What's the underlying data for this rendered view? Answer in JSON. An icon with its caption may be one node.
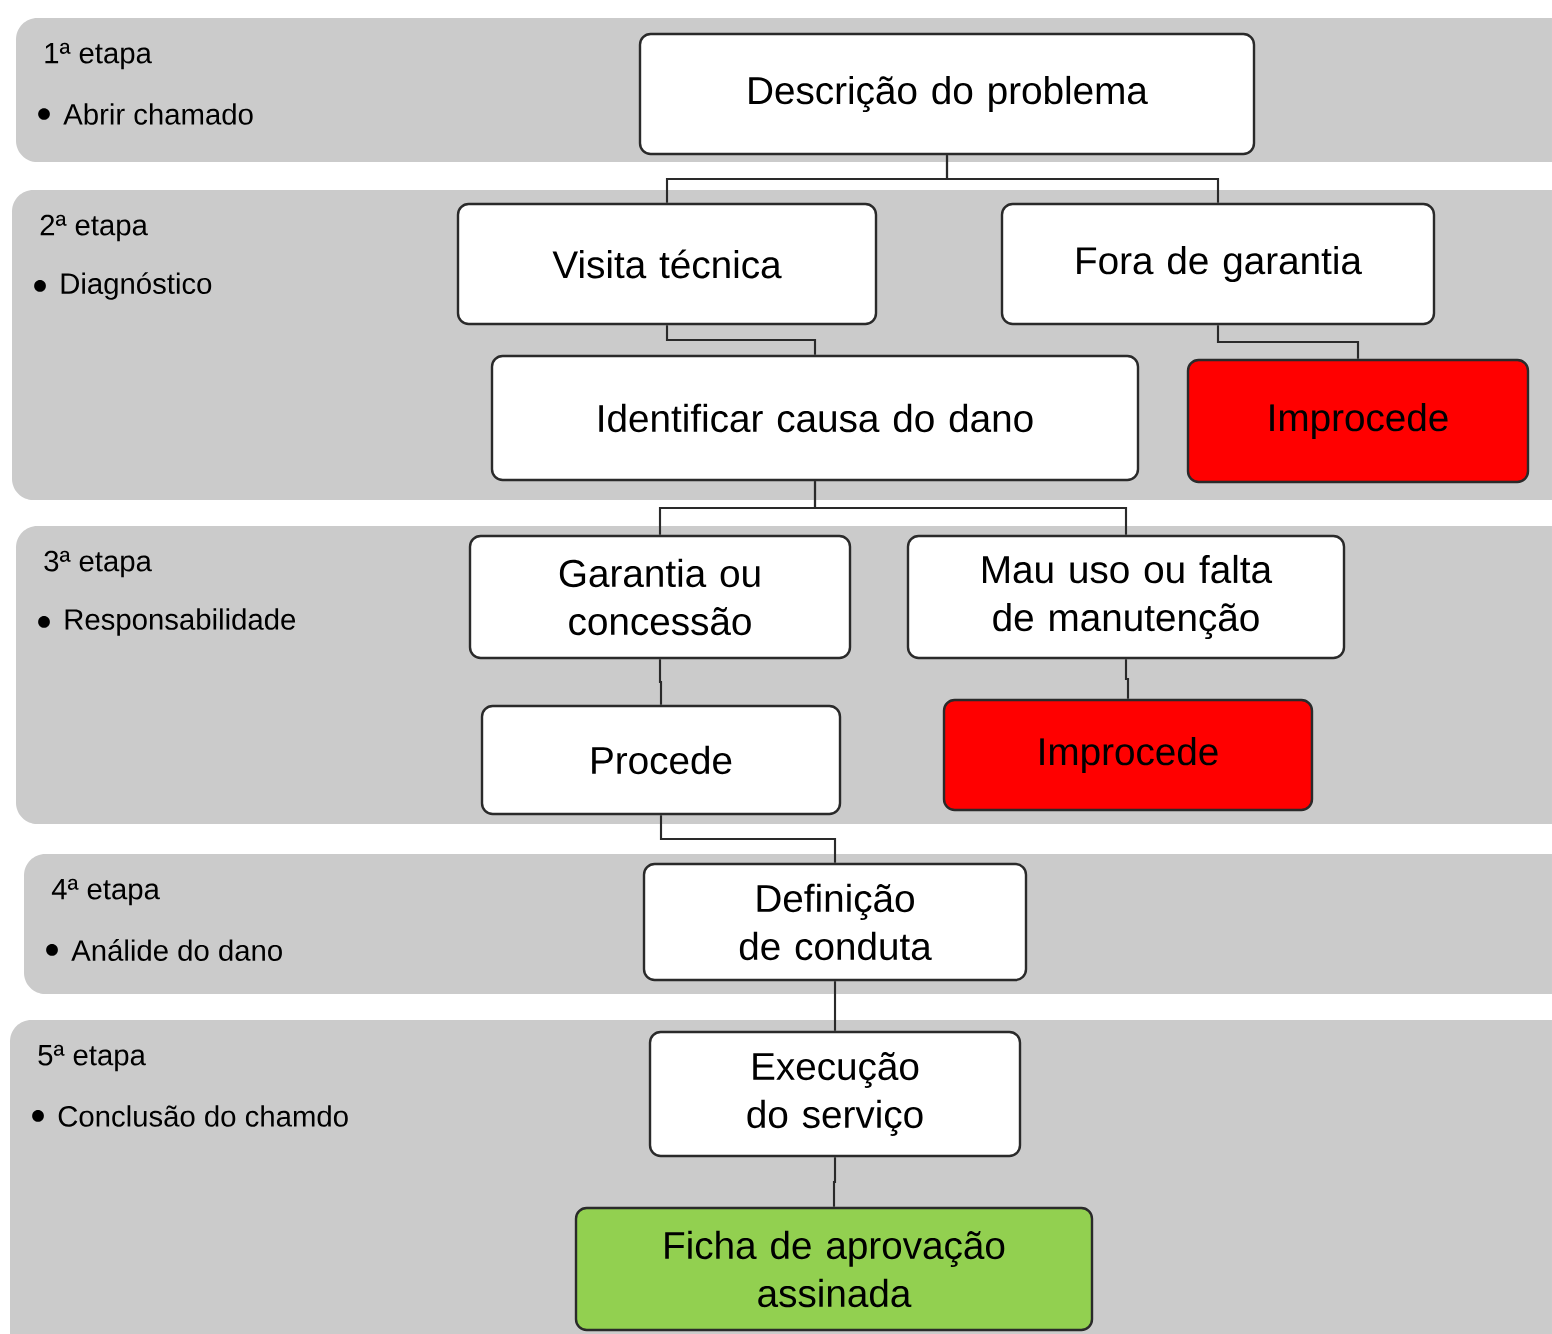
{
  "diagram": {
    "nodes": [
      {
        "text": [
          "1ª etapa",
          "Abrir chamado"
        ]
      },
      {
        "text": [
          "Descrição do problema"
        ],
        "in": 0
      },
      {
        "text": [
          "2ª etapa",
          "Diagnóstico"
        ]
      },
      {
        "text": [
          "Visita técnica"
        ],
        "in": 2
      },
      {
        "text": [
          "Fora de garantia"
        ],
        "in": 2
      },
      {
        "text": [
          "Identificar causa do dano"
        ],
        "in": 2
      },
      {
        "text": [
          "Improcede"
        ],
        "in": 2
      },
      {
        "text": [
          "3ª etapa",
          "Responsabilidade"
        ]
      },
      {
        "text": [
          "Garantia ou concessão"
        ],
        "in": 7
      },
      {
        "text": [
          "Mau uso ou falta de manutenção"
        ],
        "in": 7
      },
      {
        "text": [
          "Procede"
        ],
        "in": 7
      },
      {
        "text": [
          "Improcede"
        ],
        "in": 7
      },
      {
        "text": [
          "4ª etapa",
          "Análide do dano"
        ]
      },
      {
        "text": [
          "Definição de conduta"
        ],
        "in": 12
      },
      {
        "text": [
          "5ª etapa",
          "Conclusão do chamdo"
        ]
      },
      {
        "text": [
          "Execução do serviço"
        ],
        "in": 14
      },
      {
        "text": [
          "Ficha de aprovação assinada"
        ],
        "in": 14
      }
    ],
    "edges": [
      {
        "from": 1,
        "to": 3,
        "arrow": "none"
      },
      {
        "from": 1,
        "to": 4,
        "arrow": "none"
      },
      {
        "from": 3,
        "to": 5,
        "arrow": "none"
      },
      {
        "from": 4,
        "to": 6,
        "arrow": "none"
      },
      {
        "from": 5,
        "to": 8,
        "arrow": "none"
      },
      {
        "from": 5,
        "to": 9,
        "arrow": "none"
      },
      {
        "from": 8,
        "to": 10,
        "arrow": "none"
      },
      {
        "from": 9,
        "to": 11,
        "arrow": "none"
      },
      {
        "from": 10,
        "to": 13,
        "arrow": "none"
      },
      {
        "from": 13,
        "to": 15,
        "arrow": "none"
      },
      {
        "from": 15,
        "to": 16,
        "arrow": "none"
      }
    ]
  }
}
